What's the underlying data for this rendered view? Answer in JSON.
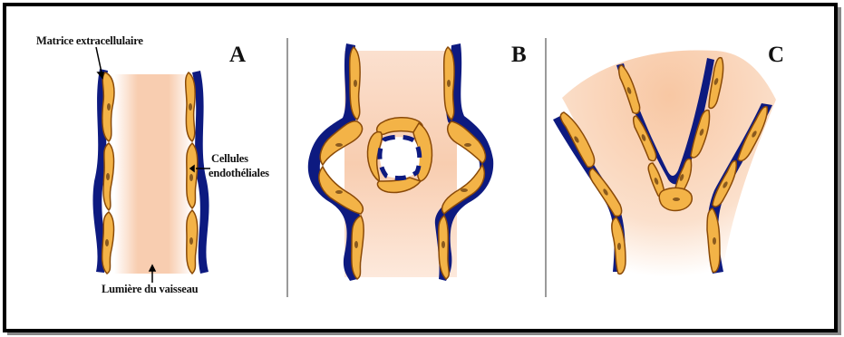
{
  "panels": {
    "a": {
      "letter": "A",
      "label_matrix": "Matrice extracellulaire",
      "label_cells_line1": "Cellules",
      "label_cells_line2": "endothéliales",
      "label_lumen": "Lumière du vaisseau"
    },
    "b": {
      "letter": "B"
    },
    "c": {
      "letter": "C"
    }
  },
  "colors": {
    "matrix": "#0d1a80",
    "cell_fill": "#f3b347",
    "cell_stroke": "#8a4a08",
    "nucleus": "#8a5a1e",
    "lumen": "#f7c7a8",
    "frame": "#000000",
    "divider": "#9a9a9a"
  }
}
